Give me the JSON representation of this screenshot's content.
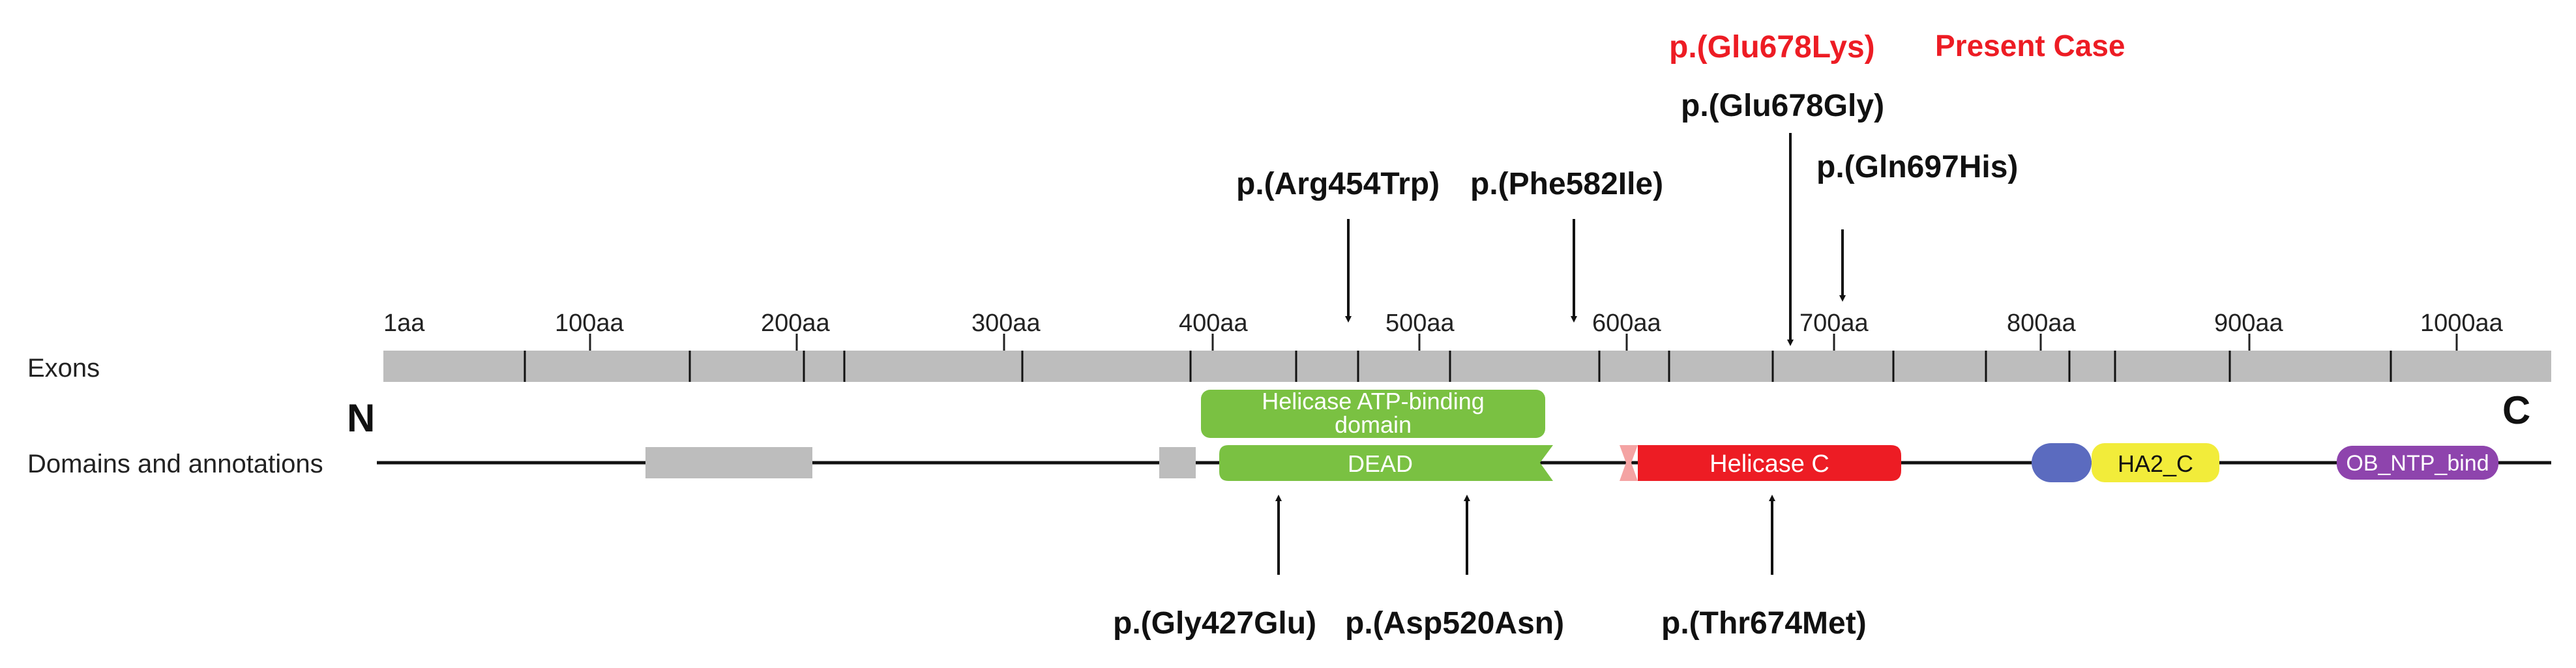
{
  "row_labels": {
    "exons": "Exons",
    "domains": "Domains and annotations"
  },
  "terminals": {
    "n": "N",
    "c": "C"
  },
  "scale": {
    "ticks": [
      "1aa",
      "100aa",
      "200aa",
      "300aa",
      "400aa",
      "500aa",
      "600aa",
      "700aa",
      "800aa",
      "900aa",
      "1000aa"
    ]
  },
  "domains": {
    "helicase_atp_binding": [
      "Helicase ATP-binding",
      "domain"
    ],
    "dead": "DEAD",
    "helicase_c": "Helicase C",
    "ha2_c": "HA2_C",
    "ob_ntp_bind": "OB_NTP_bind"
  },
  "variants_above": {
    "present_case_variant": "p.(Glu678Lys)",
    "present_case_label": "Present Case",
    "glu678gly": "p.(Glu678Gly)",
    "gln697his": "p.(Gln697His)",
    "arg454trp": "p.(Arg454Trp)",
    "phe582ile": "p.(Phe582Ile)"
  },
  "variants_below": {
    "gly427glu": "p.(Gly427Glu)",
    "asp520asn": "p.(Asp520Asn)",
    "thr674met": "p.(Thr674Met)"
  },
  "colors": {
    "exon_bar": "#bdbdbd",
    "helicase_green": "#7ac142",
    "helicase_c_red": "#ed1c24",
    "ha2_yellow": "#f2ec3a",
    "ob_purple": "#8e44ad",
    "blue_feature": "#5b6bbf",
    "present_case_red": "#ed1c24"
  }
}
